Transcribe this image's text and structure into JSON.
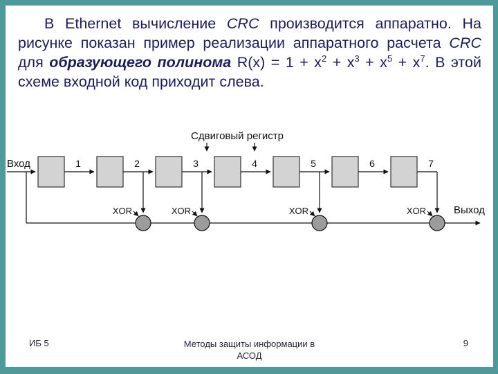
{
  "colors": {
    "background": "#4E9A9A",
    "slide": "#FFFFFF",
    "body_text": "#1D1D5E",
    "box_fill": "#D3D3D3",
    "box_stroke": "#333333",
    "circle_fill": "#9C9C9C",
    "wire": "#111111",
    "diagram_title": "#4A4A4A"
  },
  "slide": {
    "paragraph_parts": [
      "В Ethernet вычисление ",
      "CRC",
      " производится аппаратно. На рисунке показан пример реализации аппаратного расчета ",
      "CRC",
      " для ",
      "образующего полинома",
      " R(x) = 1 + x",
      "2",
      " + x",
      "3",
      " + x",
      "5",
      " + x",
      "7",
      ". В этой схеме входной код приходит слева."
    ]
  },
  "diagram": {
    "title": "Сдвиговый регистр",
    "input_label": "Вход",
    "output_label": "Выход",
    "xor_label": "XOR",
    "cell_numbers": [
      "1",
      "2",
      "3",
      "4",
      "5",
      "6",
      "7"
    ]
  },
  "footer": {
    "left": "ИБ 5",
    "center_line1": "Методы защиты информации в",
    "center_line2": "АСОД",
    "page": "9"
  }
}
